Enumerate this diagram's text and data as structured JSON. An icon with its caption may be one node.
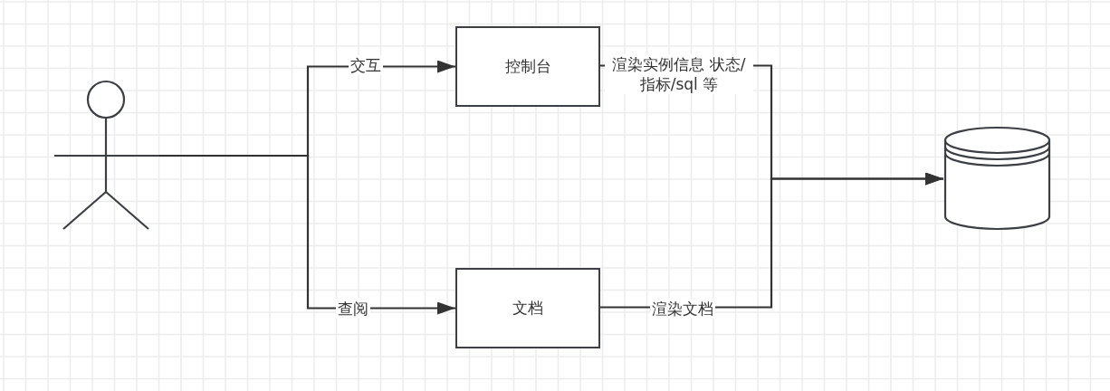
{
  "diagram": {
    "nodes": [
      {
        "text": [],
        "shape": "person"
      },
      {
        "text": [
          "控制台"
        ]
      },
      {
        "text": [
          "文档"
        ]
      },
      {
        "text": [],
        "shape": "cylinder"
      }
    ],
    "edges": [
      {
        "from": 0,
        "to": 1,
        "arrow": "to",
        "label": "交互"
      },
      {
        "from": 0,
        "to": 2,
        "arrow": "to",
        "label": "查阅"
      },
      {
        "from": 1,
        "to": 3,
        "arrow": "to",
        "label": "渲染实例信息 状态/指标/sql 等"
      },
      {
        "from": 2,
        "to": 3,
        "arrow": "to",
        "label": "渲染文档"
      }
    ]
  }
}
